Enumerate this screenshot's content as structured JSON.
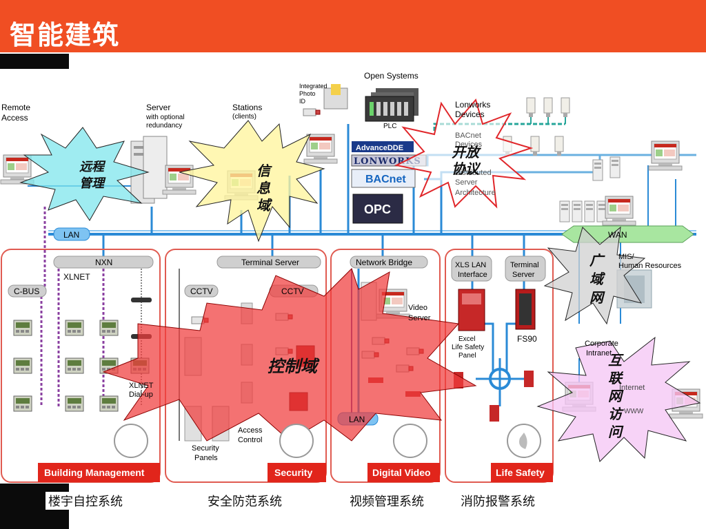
{
  "title": "智能建筑",
  "labels": {
    "remote_access": [
      "Remote",
      " Access"
    ],
    "server": [
      "Server",
      "with optional",
      "redundancy"
    ],
    "stations": [
      "Stations",
      "(clients)"
    ],
    "integrated_photo": [
      "Integrated",
      "Photo",
      "ID"
    ],
    "open_systems": "Open Systems",
    "plc": "PLC",
    "lonworks_devices": [
      "Lonworks",
      "Devices"
    ],
    "bacnet_devices": [
      "BACnet",
      "Devices"
    ],
    "distributed": [
      "Distributed",
      "Server",
      "Architecture"
    ],
    "lan_top": "LAN",
    "wan": "WAN",
    "mis": [
      "MIS/",
      "Human Resources"
    ],
    "nxn": "NXN",
    "xlnet": "XLNET",
    "cbus": "C-BUS",
    "xlnet_dialup": [
      "XLNET",
      "Dial-up"
    ],
    "terminal_server": "Terminal Server",
    "cctv_a": "CCTV",
    "cctv_b": "CCTV",
    "security_panels": [
      "Security",
      "Panels"
    ],
    "access_control": [
      "Access",
      "Control"
    ],
    "network_bridge": "Network Bridge",
    "video_server": [
      "Video",
      "Server"
    ],
    "lan_bottom": "LAN",
    "xls_lan": [
      "XLS LAN",
      "Interface"
    ],
    "terminal_server2": [
      "Terminal",
      "Server"
    ],
    "excel_panel": [
      "Excel",
      "Life Safety",
      "Panel"
    ],
    "fs90": "FS90",
    "corporate_intranet": [
      "Corporate",
      "Intranet"
    ],
    "internet": "Internet",
    "www": "WWW"
  },
  "logos": [
    "AdvanceDDE",
    "LONWORKS",
    "BACnet",
    "OPC"
  ],
  "section_tabs": [
    "Building Management",
    "Security",
    "Digital Video",
    "Life Safety"
  ],
  "zones": {
    "remote": "远程\n管理",
    "info": "信\n息\n域",
    "open": "开放\n协议",
    "wan": "广\n域\n网",
    "control": "控制域",
    "internet": "互\n联\n网\n访\n问"
  },
  "captions": [
    "楼宇自控系统",
    "安全防范系统",
    "视频管理系统",
    "消防报警系统"
  ],
  "colors": {
    "header": "#f04e23",
    "tab_red": "#e1251b",
    "network_blue": "#2a8ad6",
    "bus_purple": "#8a3fa0",
    "wan_green": "#a8e6a0",
    "control_zone": "#f25c5c"
  }
}
